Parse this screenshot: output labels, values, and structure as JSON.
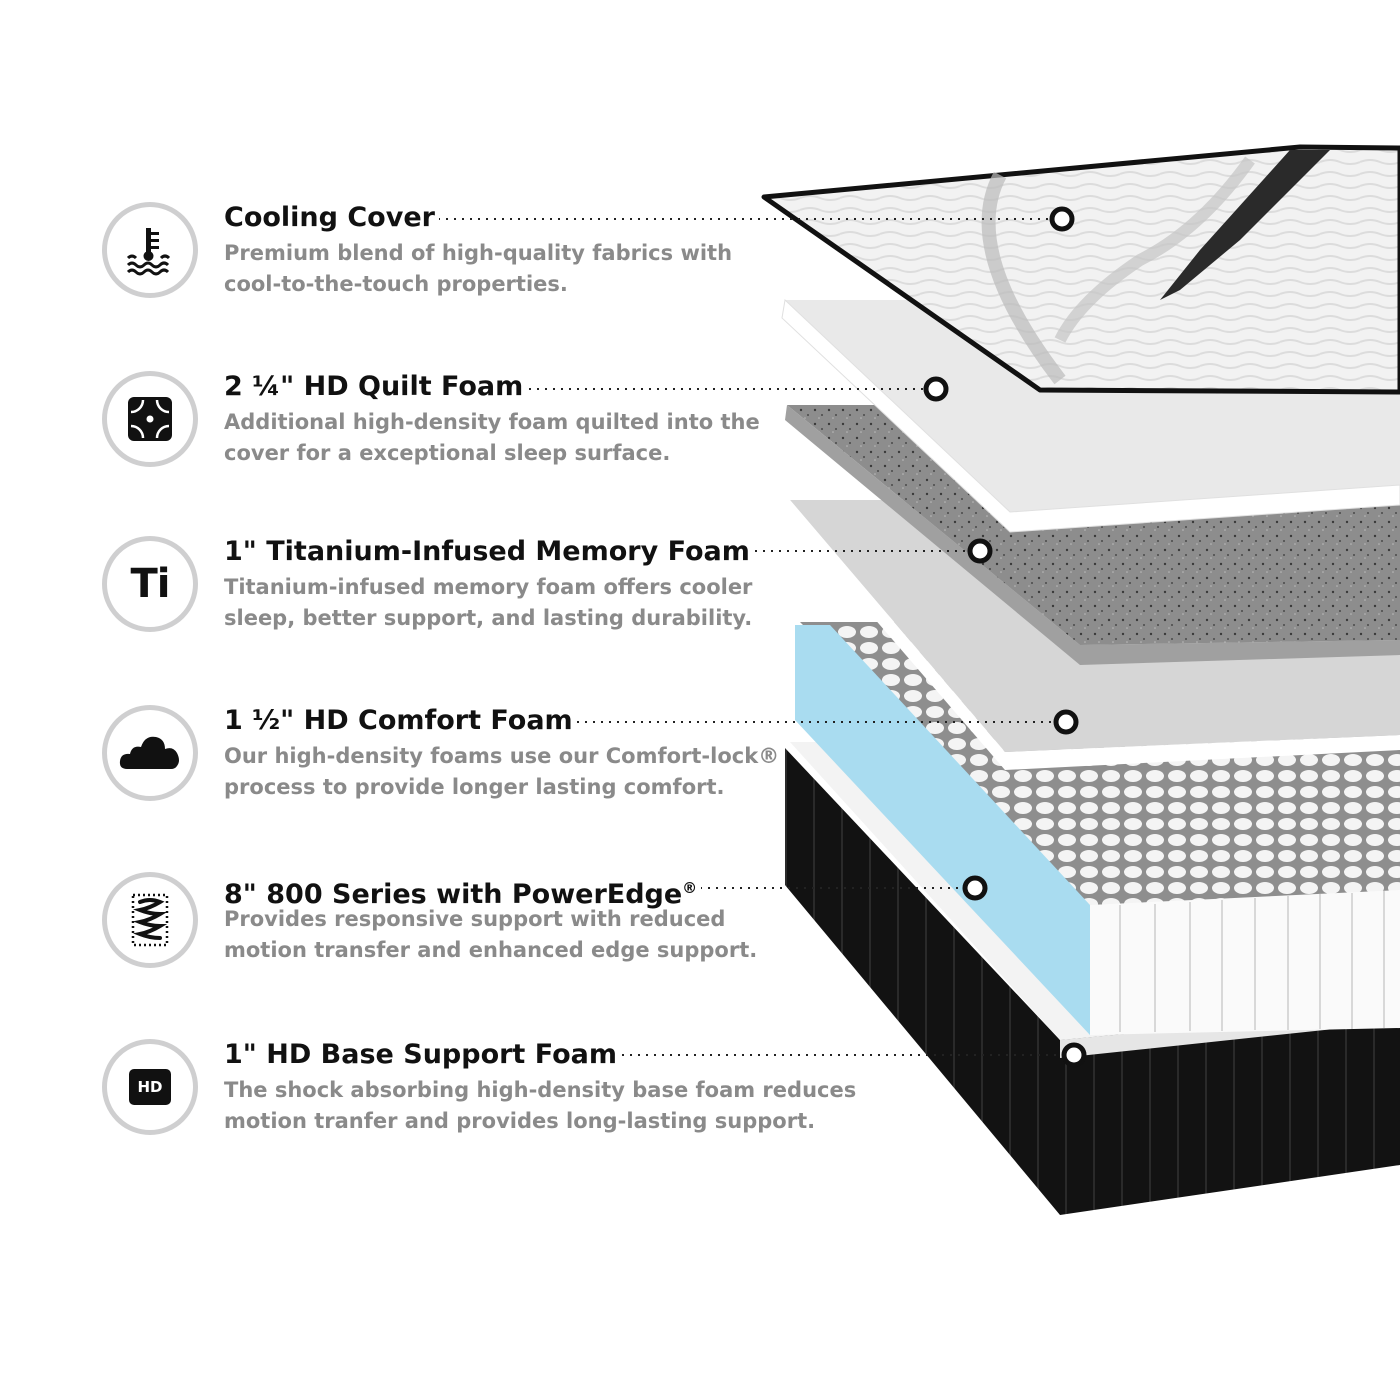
{
  "features": [
    {
      "icon": "thermometer-water-icon",
      "title": "Cooling Cover",
      "description": "Premium blend of high-quality fabrics with cool-to-the-touch properties."
    },
    {
      "icon": "quilt-square-icon",
      "title": "2 ¼\" HD Quilt Foam",
      "description": "Additional high-density foam quilted into the cover for a exceptional sleep surface."
    },
    {
      "icon": "titanium-ti-icon",
      "icon_text": "Ti",
      "title": "1\" Titanium-Infused Memory Foam",
      "description": "Titanium-infused memory foam offers cooler sleep, better support, and lasting durability."
    },
    {
      "icon": "cloud-icon",
      "title": "1 ½\" HD Comfort Foam",
      "description": "Our high-density foams use our Comfort-lock® process to provide longer lasting comfort."
    },
    {
      "icon": "coil-spring-icon",
      "title": "8\" 800 Series with PowerEdge",
      "title_mark": "®",
      "description": "Provides responsive support with reduced motion transfer and enhanced edge support."
    },
    {
      "icon": "hd-badge-icon",
      "icon_text": "HD",
      "title": "1\" HD Base Support Foam",
      "description": "The shock absorbing high-density base foam reduces motion tranfer and provides long-lasting support."
    }
  ],
  "colors": {
    "title": "#111111",
    "description": "#8a8a8a",
    "ring": "#cfcfd0",
    "edge_support": "#a9dcf0",
    "base": "#111111"
  }
}
